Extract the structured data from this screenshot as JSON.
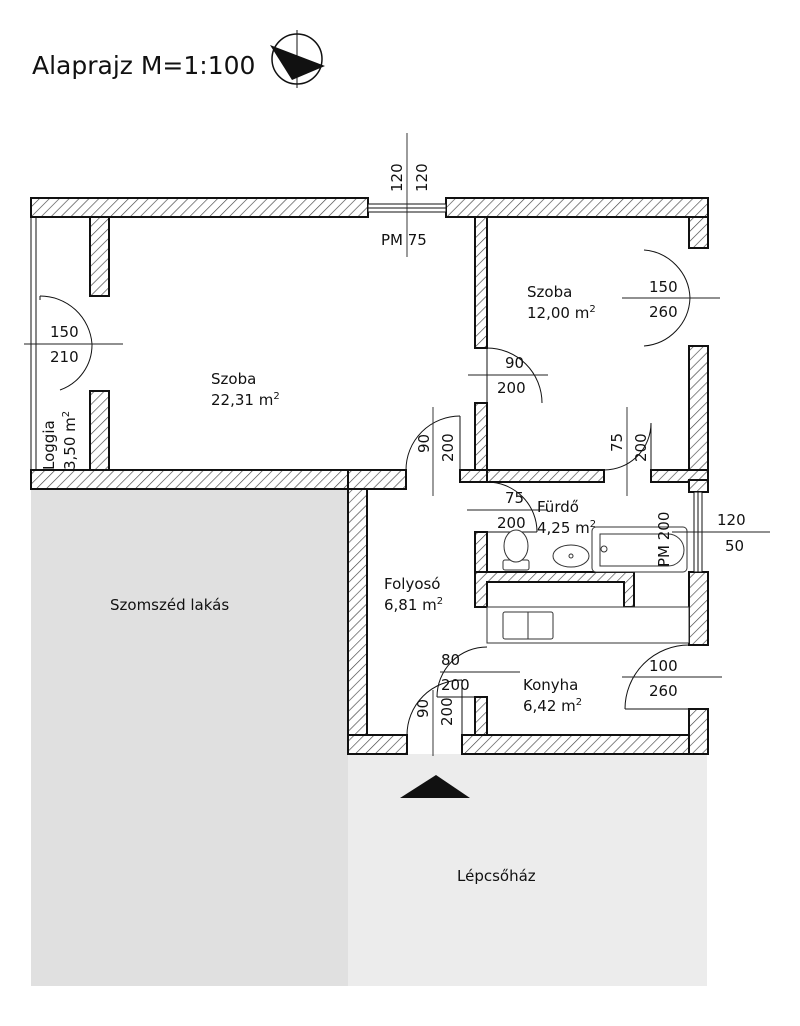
{
  "title": "Alaprajz M=1:100",
  "rooms": [
    {
      "name": "Szoba",
      "area": "22,31 m",
      "sup": "2"
    },
    {
      "name": "Szoba",
      "area": "12,00 m",
      "sup": "2"
    },
    {
      "name": "Fürdő",
      "area": "4,25 m",
      "sup": "2"
    },
    {
      "name": "Folyosó",
      "area": "6,81 m",
      "sup": "2"
    },
    {
      "name": "Konyha",
      "area": "6,42 m",
      "sup": "2"
    },
    {
      "name": "Loggia",
      "area": "3,50 m",
      "sup": "2"
    }
  ],
  "zones": {
    "neighbour": "Szomszéd lakás",
    "stairwell": "Lépcsőház"
  },
  "dimensions": {
    "window_top_a": "120",
    "window_top_b": "120",
    "window_top_pm": "PM 75",
    "door_room2_w": "150",
    "door_room2_h": "260",
    "door_loggia_w": "150",
    "door_loggia_h": "210",
    "door_between_w": "90",
    "door_between_h": "200",
    "door_corr_room1_w": "90",
    "door_corr_room1_h": "200",
    "door_corr_room2_w": "75",
    "door_corr_room2_h": "200",
    "door_bath_w": "75",
    "door_bath_h": "200",
    "window_bath_pm": "PM 200",
    "window_bath_w": "120",
    "window_bath_h": "50",
    "door_kitchen_w": "80",
    "door_kitchen_h": "200",
    "door_entry_w": "90",
    "door_entry_h": "200",
    "door_kitchen_out_w": "100",
    "door_kitchen_out_h": "260"
  }
}
